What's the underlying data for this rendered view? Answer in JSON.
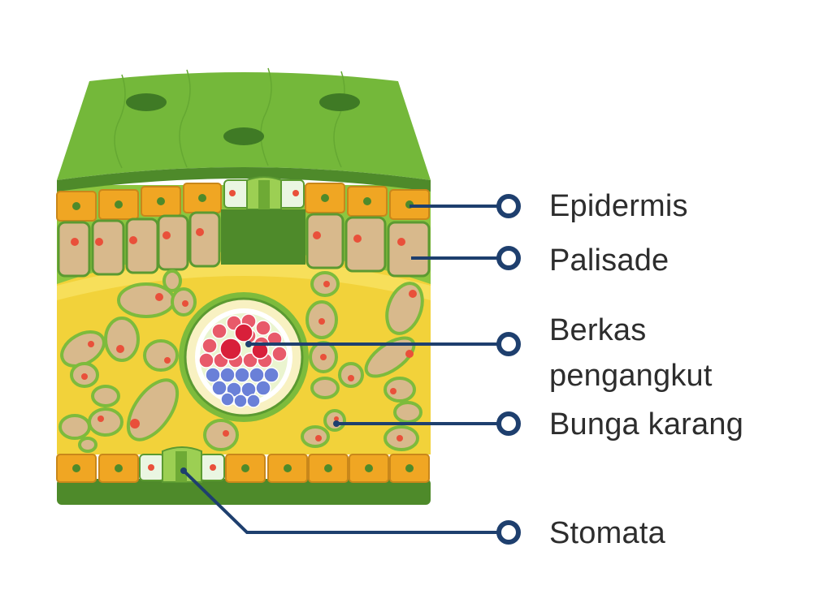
{
  "labels": {
    "epidermis": "Epidermis",
    "palisade": "Palisade",
    "berkas_line1": "Berkas",
    "berkas_line2": "pengangkut",
    "bunga_karang": "Bunga karang",
    "stomata": "Stomata"
  },
  "colors": {
    "leaf_top": "#74b83a",
    "leaf_dark": "#4e8a2a",
    "epidermis_cell": "#f0a623",
    "mesophyll": "#f2d23a",
    "cell_body": "#d8b98c",
    "nucleus": "#e9503a",
    "xylem": "#e85a6a",
    "phloem": "#6a80d8",
    "leader": "#1e3f6e"
  }
}
